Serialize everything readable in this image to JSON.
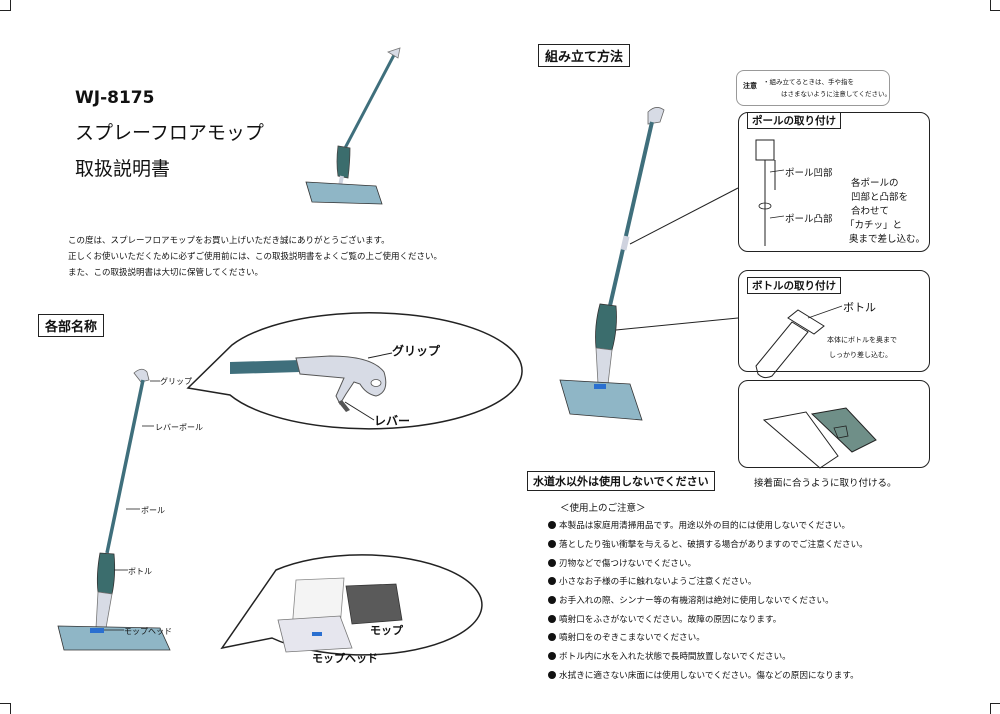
{
  "header": {
    "model": "WJ-8175",
    "product_name": "スプレーフロアモップ",
    "manual_title": "取扱説明書"
  },
  "intro": [
    "この度は、スプレーフロアモップをお買い上げいただき誠にありがとうございます。",
    "正しくお使いいただくために必ずご使用前には、この取扱説明書をよくご覧の上ご使用ください。",
    "また、この取扱説明書は大切に保管してください。"
  ],
  "parts_section": {
    "heading": "各部名称",
    "labels": {
      "grip": "グリップ",
      "lever_pole": "レバーポール",
      "pole": "ポール",
      "bottle": "ボトル",
      "mop_head": "モップヘッド"
    },
    "zoom_grip": {
      "grip": "グリップ",
      "lever": "レバー"
    },
    "zoom_head": {
      "mop": "モップ",
      "mop_head": "モップヘッド"
    }
  },
  "assembly": {
    "heading": "組み立て方法",
    "caution_label": "注意",
    "caution_lines": [
      "・組み立てるときは、手や指を",
      "はさまないように注意してください。"
    ],
    "pole_panel": {
      "title": "ポールの取り付け",
      "female_label": "ポール凹部",
      "male_label": "ポール凸部",
      "instruction": [
        "各ポールの",
        "凹部と凸部を",
        "合わせて",
        "「カチッ」と",
        "奥まで差し込む。"
      ]
    },
    "bottle_panel": {
      "title": "ボトルの取り付け",
      "bottle_label": "ボトル",
      "instruction": [
        "本体にボトルを奥まで",
        "しっかり差し込む。"
      ]
    },
    "pad_panel": {
      "instruction": "接着面に合うように取り付ける。"
    },
    "water_warning": "水道水以外は使用しないでください"
  },
  "usage_notes": {
    "heading": "＜使用上のご注意＞",
    "items": [
      "本製品は家庭用清掃用品です。用途以外の目的には使用しないでください。",
      "落としたり強い衝撃を与えると、破損する場合がありますのでご注意ください。",
      "刃物などで傷つけないでください。",
      "小さなお子様の手に触れないようご注意ください。",
      "お手入れの際、シンナー等の有機溶剤は絶対に使用しないでください。",
      "噴射口をふさがないでください。故障の原因になります。",
      "噴射口をのぞきこまないでください。",
      "ボトル内に水を入れた状態で長時間放置しないでください。",
      "水拭きに適さない床面には使用しないでください。傷などの原因になります。"
    ]
  },
  "colors": {
    "pole": "#3f6f7c",
    "grip": "#d7dbe5",
    "mop_pad": "#8fb6c6",
    "accent_blue": "#2a6fd0"
  }
}
